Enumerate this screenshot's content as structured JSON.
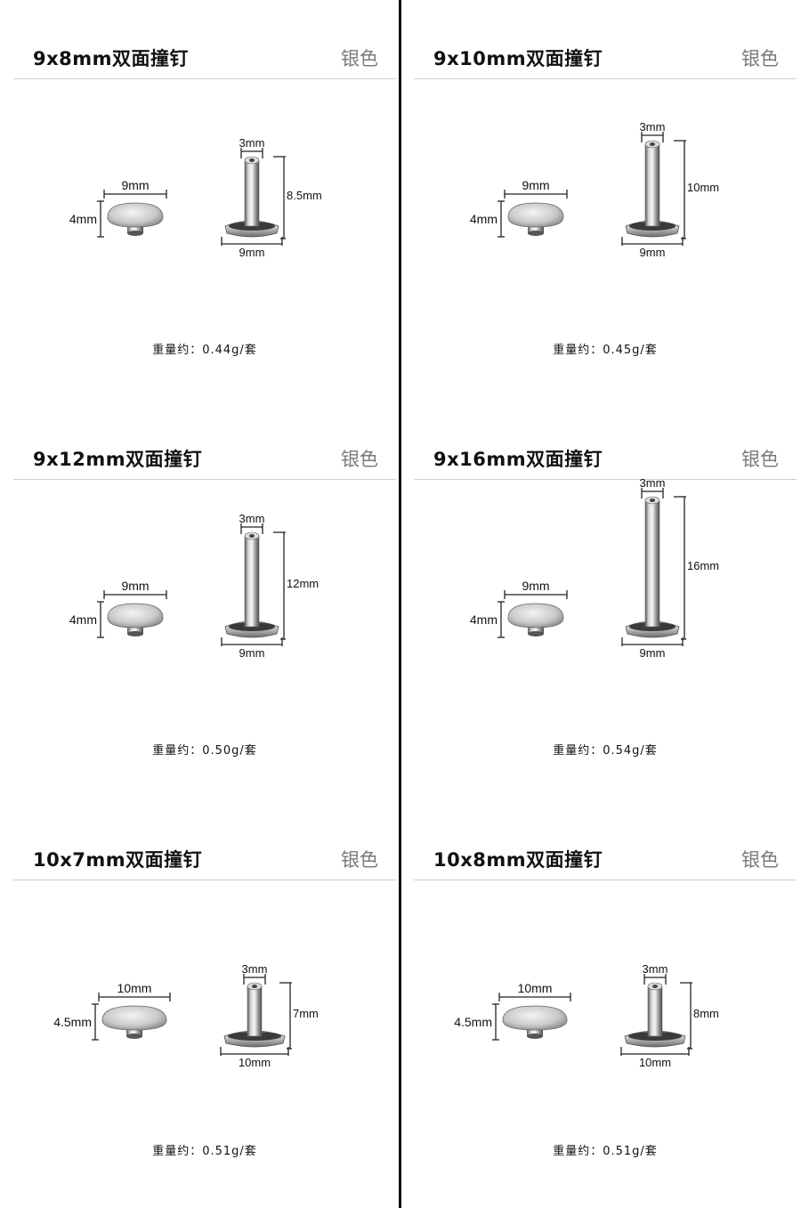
{
  "panels": [
    {
      "title": "9x8mm双面撞钉",
      "color_label": "银色",
      "cap": {
        "width": "9mm",
        "height": "4mm"
      },
      "post": {
        "hole": "3mm",
        "height": "8.5mm",
        "base": "9mm"
      },
      "weight": "重量约：0.44g/套"
    },
    {
      "title": "9x10mm双面撞钉",
      "color_label": "银色",
      "cap": {
        "width": "9mm",
        "height": "4mm"
      },
      "post": {
        "hole": "3mm",
        "height": "10mm",
        "base": "9mm"
      },
      "weight": "重量约：0.45g/套"
    },
    {
      "title": "9x12mm双面撞钉",
      "color_label": "银色",
      "cap": {
        "width": "9mm",
        "height": "4mm"
      },
      "post": {
        "hole": "3mm",
        "height": "12mm",
        "base": "9mm"
      },
      "weight": "重量约：0.50g/套"
    },
    {
      "title": "9x16mm双面撞钉",
      "color_label": "银色",
      "cap": {
        "width": "9mm",
        "height": "4mm"
      },
      "post": {
        "hole": "3mm",
        "height": "16mm",
        "base": "9mm"
      },
      "weight": "重量约：0.54g/套"
    },
    {
      "title": "10x7mm双面撞钉",
      "color_label": "银色",
      "cap": {
        "width": "10mm",
        "height": "4.5mm"
      },
      "post": {
        "hole": "3mm",
        "height": "7mm",
        "base": "10mm"
      },
      "weight": "重量约：0.51g/套"
    },
    {
      "title": "10x8mm双面撞钉",
      "color_label": "银色",
      "cap": {
        "width": "10mm",
        "height": "4.5mm"
      },
      "post": {
        "hole": "3mm",
        "height": "8mm",
        "base": "10mm"
      },
      "weight": "重量约：0.51g/套"
    }
  ]
}
